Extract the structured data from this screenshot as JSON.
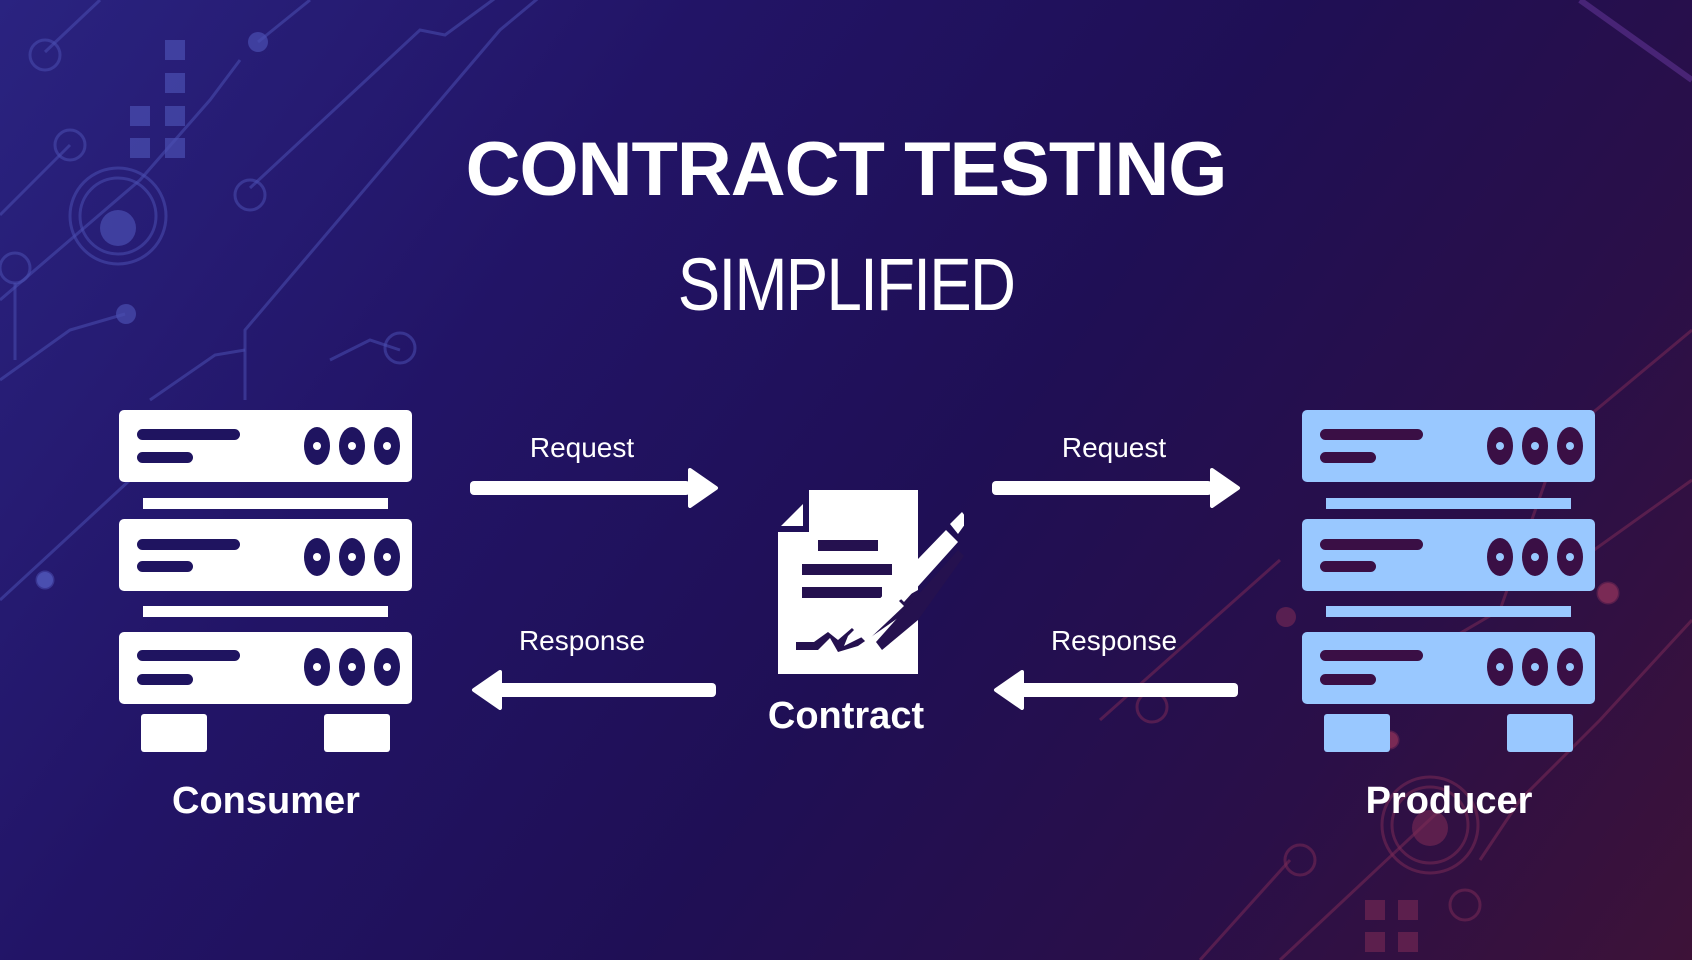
{
  "header": {
    "title": "CONTRACT TESTING",
    "subtitle": "SIMPLIFIED"
  },
  "nodes": {
    "consumer": {
      "label": "Consumer",
      "icon": "server-rack-icon",
      "color": "#ffffff"
    },
    "contract": {
      "label": "Contract",
      "icon": "contract-document-pen-icon",
      "color": "#ffffff"
    },
    "producer": {
      "label": "Producer",
      "icon": "server-rack-icon",
      "color": "#99c8ff"
    }
  },
  "edges": {
    "consumer_to_contract": {
      "label": "Request",
      "direction": "right"
    },
    "contract_to_consumer": {
      "label": "Response",
      "direction": "left"
    },
    "contract_to_producer": {
      "label": "Request",
      "direction": "right"
    },
    "producer_to_contract": {
      "label": "Response",
      "direction": "left"
    }
  },
  "colors": {
    "background_start": "#2a2380",
    "background_end": "#3d1238",
    "text": "#ffffff",
    "producer_accent": "#99c8ff"
  }
}
